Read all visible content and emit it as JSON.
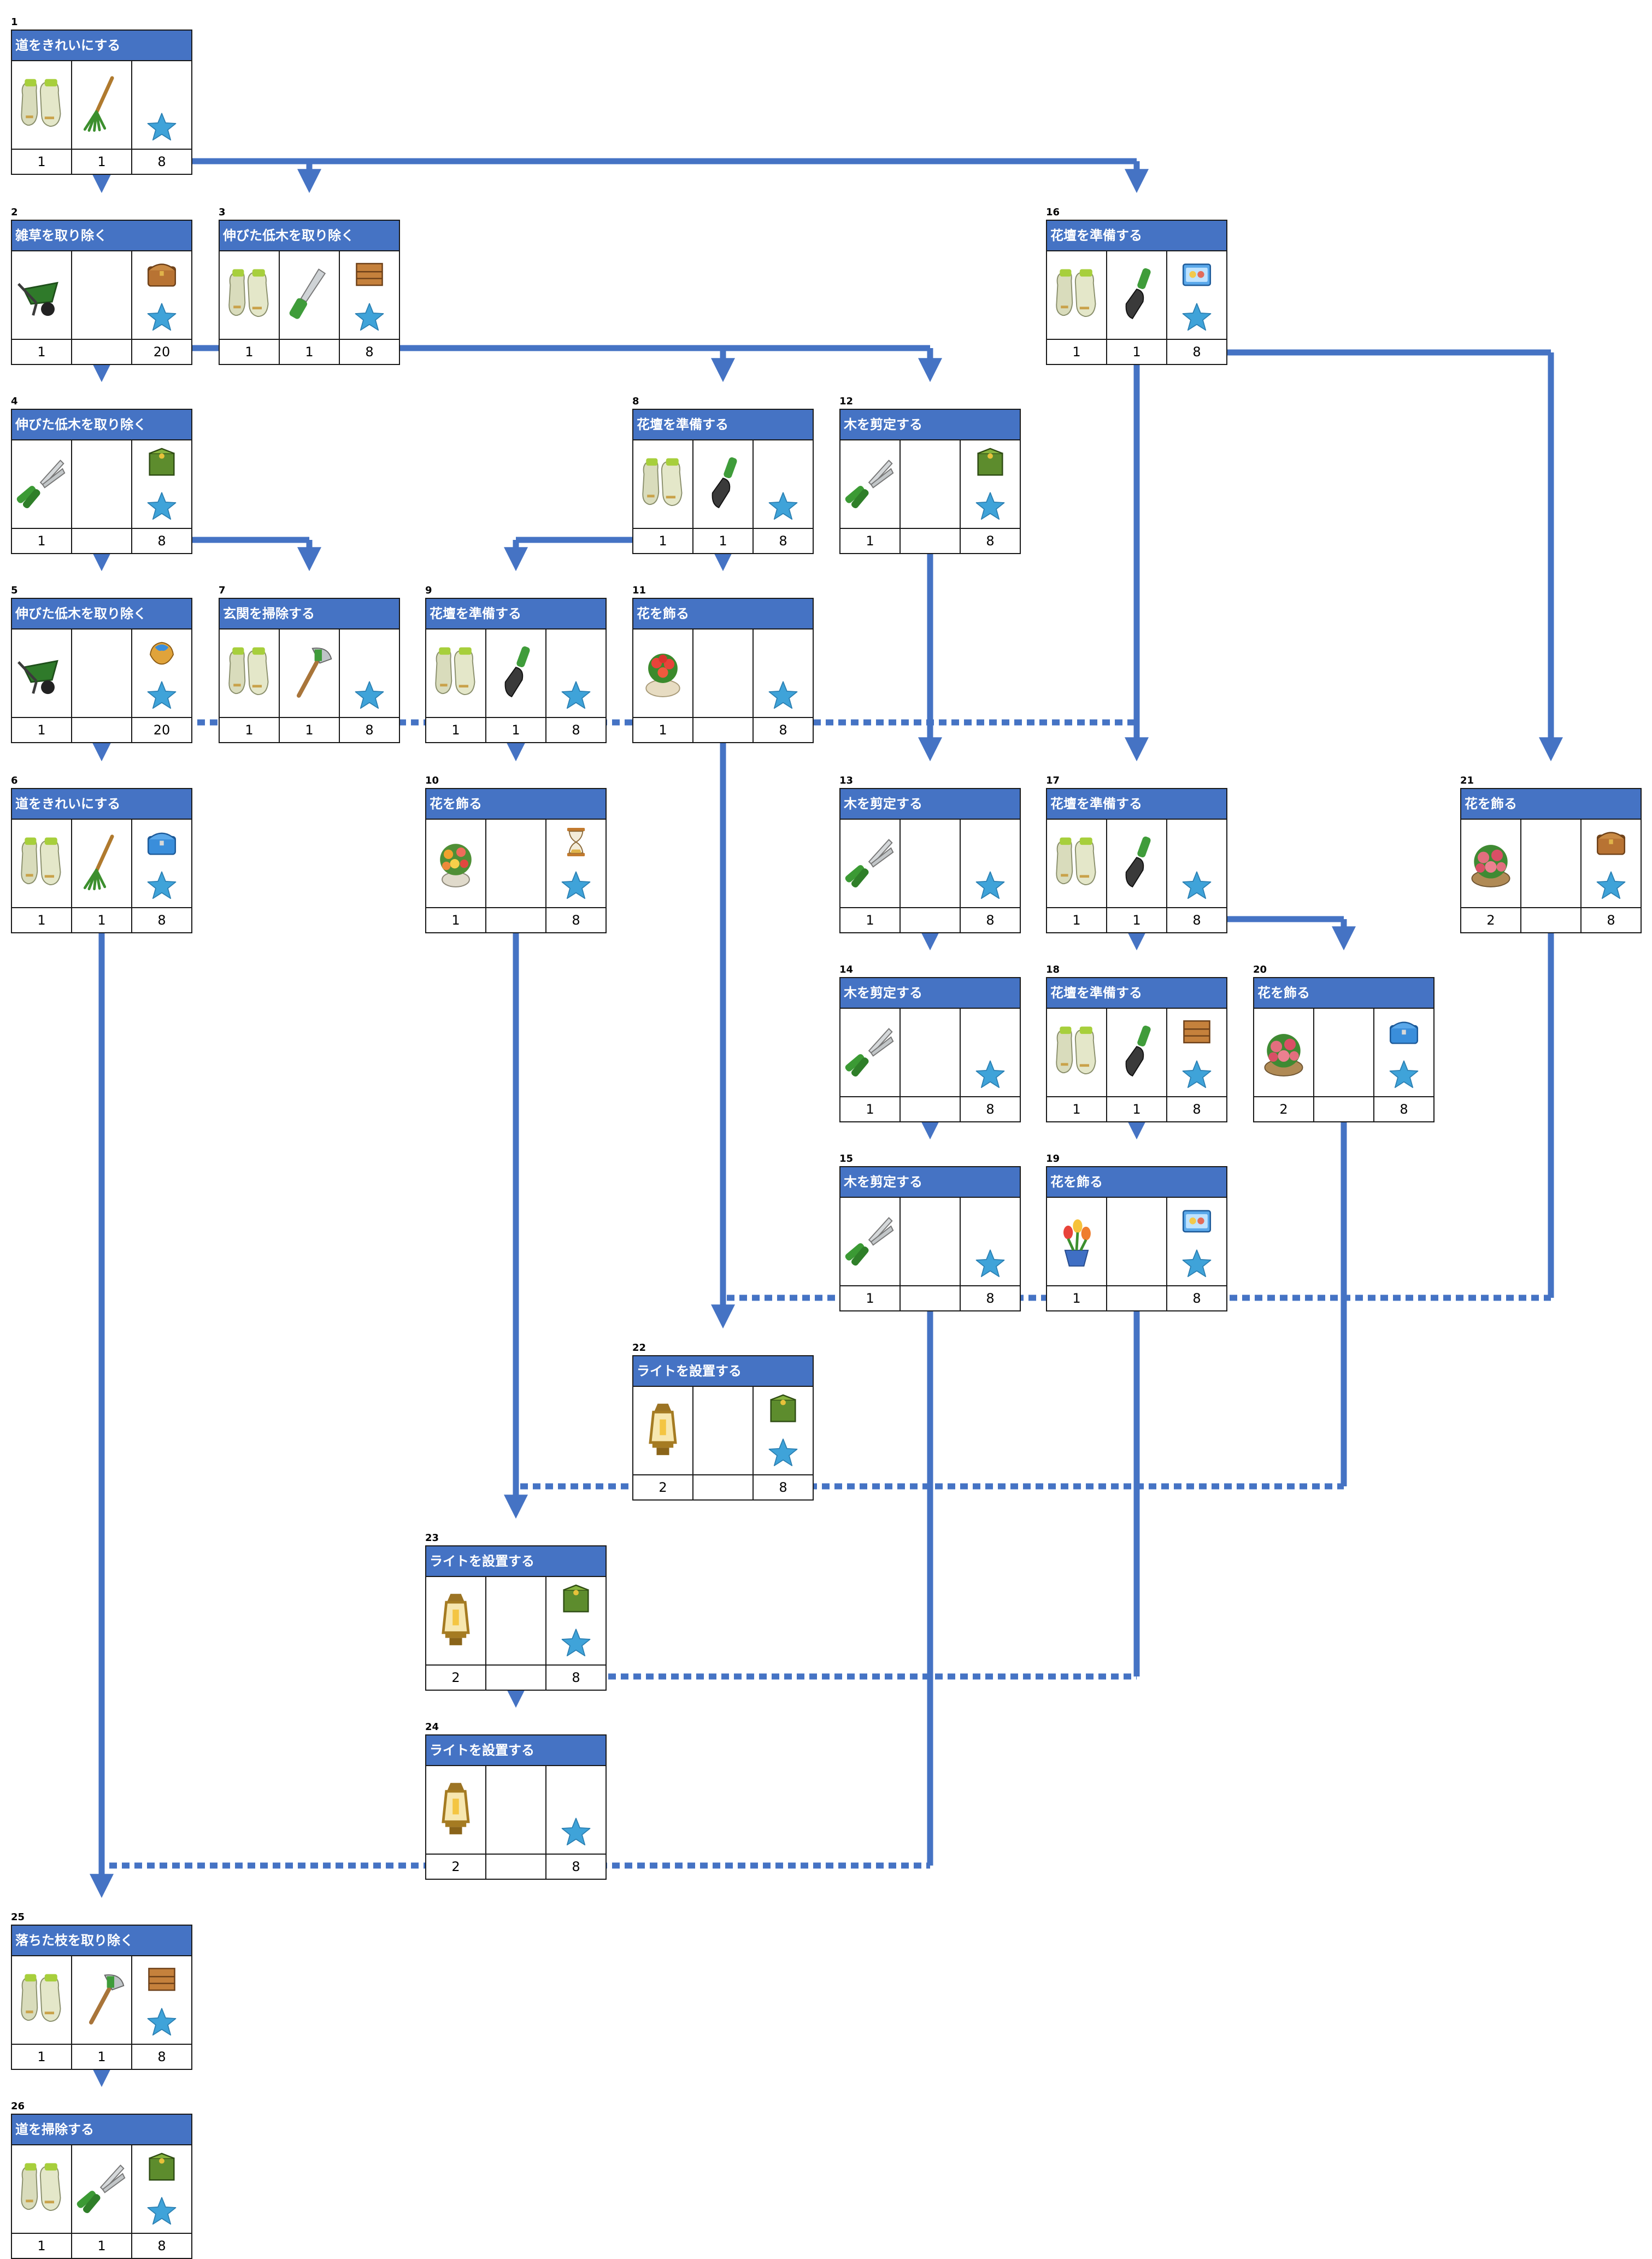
{
  "nodes": [
    {
      "id": "1",
      "title": "道をきれいにする",
      "counts": [
        "1",
        "1",
        "8"
      ],
      "icons": [
        "gloves-icon",
        "rake-icon",
        "star-icon"
      ],
      "extra": ""
    },
    {
      "id": "2",
      "title": "雑草を取り除く",
      "counts": [
        "1",
        "",
        "20"
      ],
      "icons": [
        "wheelbarrow-icon",
        "",
        "star-icon"
      ],
      "extra": "chest-icon"
    },
    {
      "id": "3",
      "title": "伸びた低木を取り除く",
      "counts": [
        "1",
        "1",
        "8"
      ],
      "icons": [
        "gloves-icon",
        "saw-icon",
        "star-icon"
      ],
      "extra": "crate-icon"
    },
    {
      "id": "4",
      "title": "伸びた低木を取り除く",
      "counts": [
        "1",
        "",
        "8"
      ],
      "icons": [
        "shears-icon",
        "",
        "star-icon"
      ],
      "extra": "green-box-icon"
    },
    {
      "id": "5",
      "title": "伸びた低木を取り除く",
      "counts": [
        "1",
        "",
        "20"
      ],
      "icons": [
        "wheelbarrow-icon",
        "",
        "star-icon"
      ],
      "extra": "blue-pouch-icon"
    },
    {
      "id": "6",
      "title": "道をきれいにする",
      "counts": [
        "1",
        "1",
        "8"
      ],
      "icons": [
        "gloves-icon",
        "rake-icon",
        "star-icon"
      ],
      "extra": "blue-chest-icon"
    },
    {
      "id": "7",
      "title": "玄関を掃除する",
      "counts": [
        "1",
        "1",
        "8"
      ],
      "icons": [
        "gloves-icon",
        "axe-icon",
        "star-icon"
      ],
      "extra": ""
    },
    {
      "id": "8",
      "title": "花壇を準備する",
      "counts": [
        "1",
        "1",
        "8"
      ],
      "icons": [
        "gloves-icon",
        "trowel-icon",
        "star-icon"
      ],
      "extra": ""
    },
    {
      "id": "9",
      "title": "花壇を準備する",
      "counts": [
        "1",
        "1",
        "8"
      ],
      "icons": [
        "gloves-icon",
        "trowel-icon",
        "star-icon"
      ],
      "extra": ""
    },
    {
      "id": "10",
      "title": "花を飾る",
      "counts": [
        "1",
        "",
        "8"
      ],
      "icons": [
        "flower-bouquet-icon",
        "",
        "star-icon"
      ],
      "extra": "hourglass-icon"
    },
    {
      "id": "11",
      "title": "花を飾る",
      "counts": [
        "1",
        "",
        "8"
      ],
      "icons": [
        "flower-pot-icon",
        "",
        "star-icon"
      ],
      "extra": ""
    },
    {
      "id": "12",
      "title": "木を剪定する",
      "counts": [
        "1",
        "",
        "8"
      ],
      "icons": [
        "shears-icon",
        "",
        "star-icon"
      ],
      "extra": "green-box-icon"
    },
    {
      "id": "13",
      "title": "木を剪定する",
      "counts": [
        "1",
        "",
        "8"
      ],
      "icons": [
        "shears-icon",
        "",
        "star-icon"
      ],
      "extra": ""
    },
    {
      "id": "14",
      "title": "木を剪定する",
      "counts": [
        "1",
        "",
        "8"
      ],
      "icons": [
        "shears-icon",
        "",
        "star-icon"
      ],
      "extra": ""
    },
    {
      "id": "15",
      "title": "木を剪定する",
      "counts": [
        "1",
        "",
        "8"
      ],
      "icons": [
        "shears-icon",
        "",
        "star-icon"
      ],
      "extra": ""
    },
    {
      "id": "16",
      "title": "花壇を準備する",
      "counts": [
        "1",
        "1",
        "8"
      ],
      "icons": [
        "gloves-icon",
        "trowel-icon",
        "star-icon"
      ],
      "extra": "blue-package-icon"
    },
    {
      "id": "17",
      "title": "花壇を準備する",
      "counts": [
        "1",
        "1",
        "8"
      ],
      "icons": [
        "gloves-icon",
        "trowel-icon",
        "star-icon"
      ],
      "extra": ""
    },
    {
      "id": "18",
      "title": "花壇を準備する",
      "counts": [
        "1",
        "1",
        "8"
      ],
      "icons": [
        "gloves-icon",
        "trowel-icon",
        "star-icon"
      ],
      "extra": "crate-icon"
    },
    {
      "id": "19",
      "title": "花を飾る",
      "counts": [
        "1",
        "",
        "8"
      ],
      "icons": [
        "tulip-pot-icon",
        "",
        "star-icon"
      ],
      "extra": "blue-package-icon"
    },
    {
      "id": "20",
      "title": "花を飾る",
      "counts": [
        "2",
        "",
        "8"
      ],
      "icons": [
        "rose-basket-icon",
        "",
        "star-icon"
      ],
      "extra": "blue-chest-icon"
    },
    {
      "id": "21",
      "title": "花を飾る",
      "counts": [
        "2",
        "",
        "8"
      ],
      "icons": [
        "rose-basket-icon",
        "",
        "star-icon"
      ],
      "extra": "chest-icon"
    },
    {
      "id": "22",
      "title": "ライトを設置する",
      "counts": [
        "2",
        "",
        "8"
      ],
      "icons": [
        "lantern-icon",
        "",
        "star-icon"
      ],
      "extra": "green-box-icon"
    },
    {
      "id": "23",
      "title": "ライトを設置する",
      "counts": [
        "2",
        "",
        "8"
      ],
      "icons": [
        "lantern-icon",
        "",
        "star-icon"
      ],
      "extra": "green-box-icon"
    },
    {
      "id": "24",
      "title": "ライトを設置する",
      "counts": [
        "2",
        "",
        "8"
      ],
      "icons": [
        "lantern-icon",
        "",
        "star-icon"
      ],
      "extra": ""
    },
    {
      "id": "25",
      "title": "落ちた枝を取り除く",
      "counts": [
        "1",
        "1",
        "8"
      ],
      "icons": [
        "gloves-icon",
        "axe-icon",
        "star-icon"
      ],
      "extra": "crate-icon"
    },
    {
      "id": "26",
      "title": "道を掃除する",
      "counts": [
        "1",
        "1",
        "8"
      ],
      "icons": [
        "gloves-icon",
        "shears-icon",
        "star-icon"
      ],
      "extra": "green-box-icon"
    }
  ],
  "colors": {
    "header": "#4573c4",
    "connector": "#4573c4",
    "star": "#3fa3d9"
  }
}
